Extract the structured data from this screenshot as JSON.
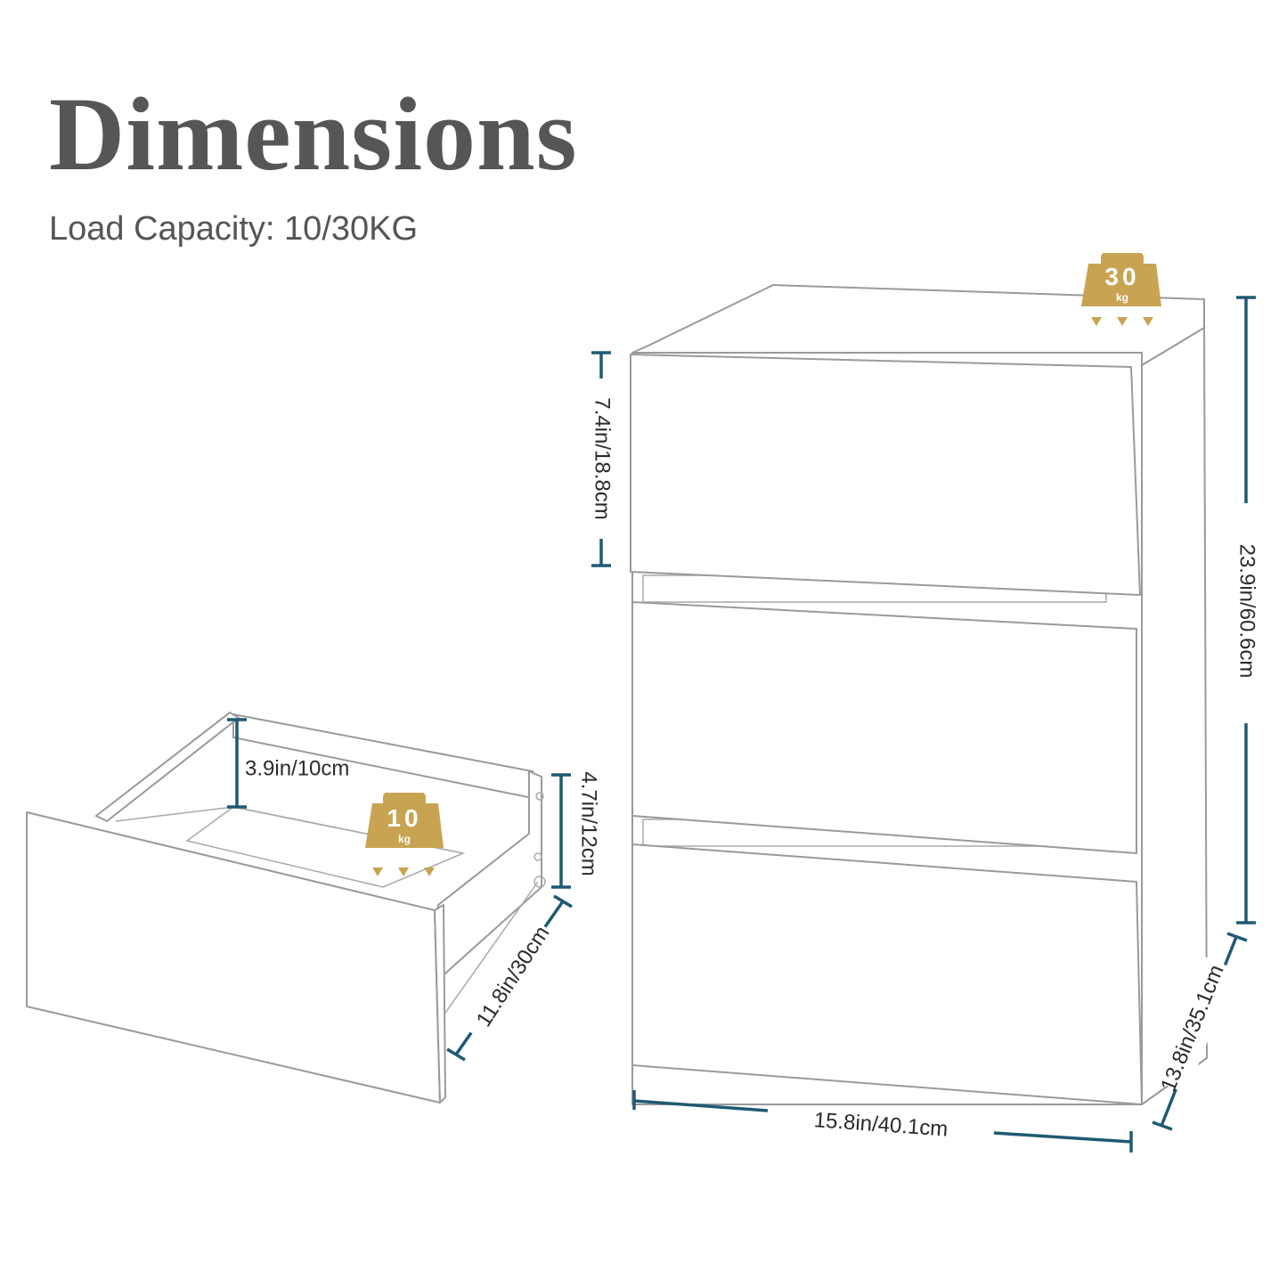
{
  "title": "Dimensions",
  "subtitle": "Load Capacity: 10/30KG",
  "colors": {
    "dimension_line": "#1f5a72",
    "weight_badge": "#c8a452",
    "title": "#565656"
  },
  "dimensions": {
    "drawer_height": "7.4in/18.8cm",
    "total_height": "23.9in/60.6cm",
    "depth": "13.8in/35.1cm",
    "width": "15.8in/40.1cm",
    "inner_height": "3.9in/10cm",
    "drawer_front_height": "4.7in/12cm",
    "drawer_depth": "11.8in/30cm"
  },
  "weights": {
    "cabinet": {
      "value": "30",
      "unit": "kg"
    },
    "drawer": {
      "value": "10",
      "unit": "kg"
    }
  }
}
